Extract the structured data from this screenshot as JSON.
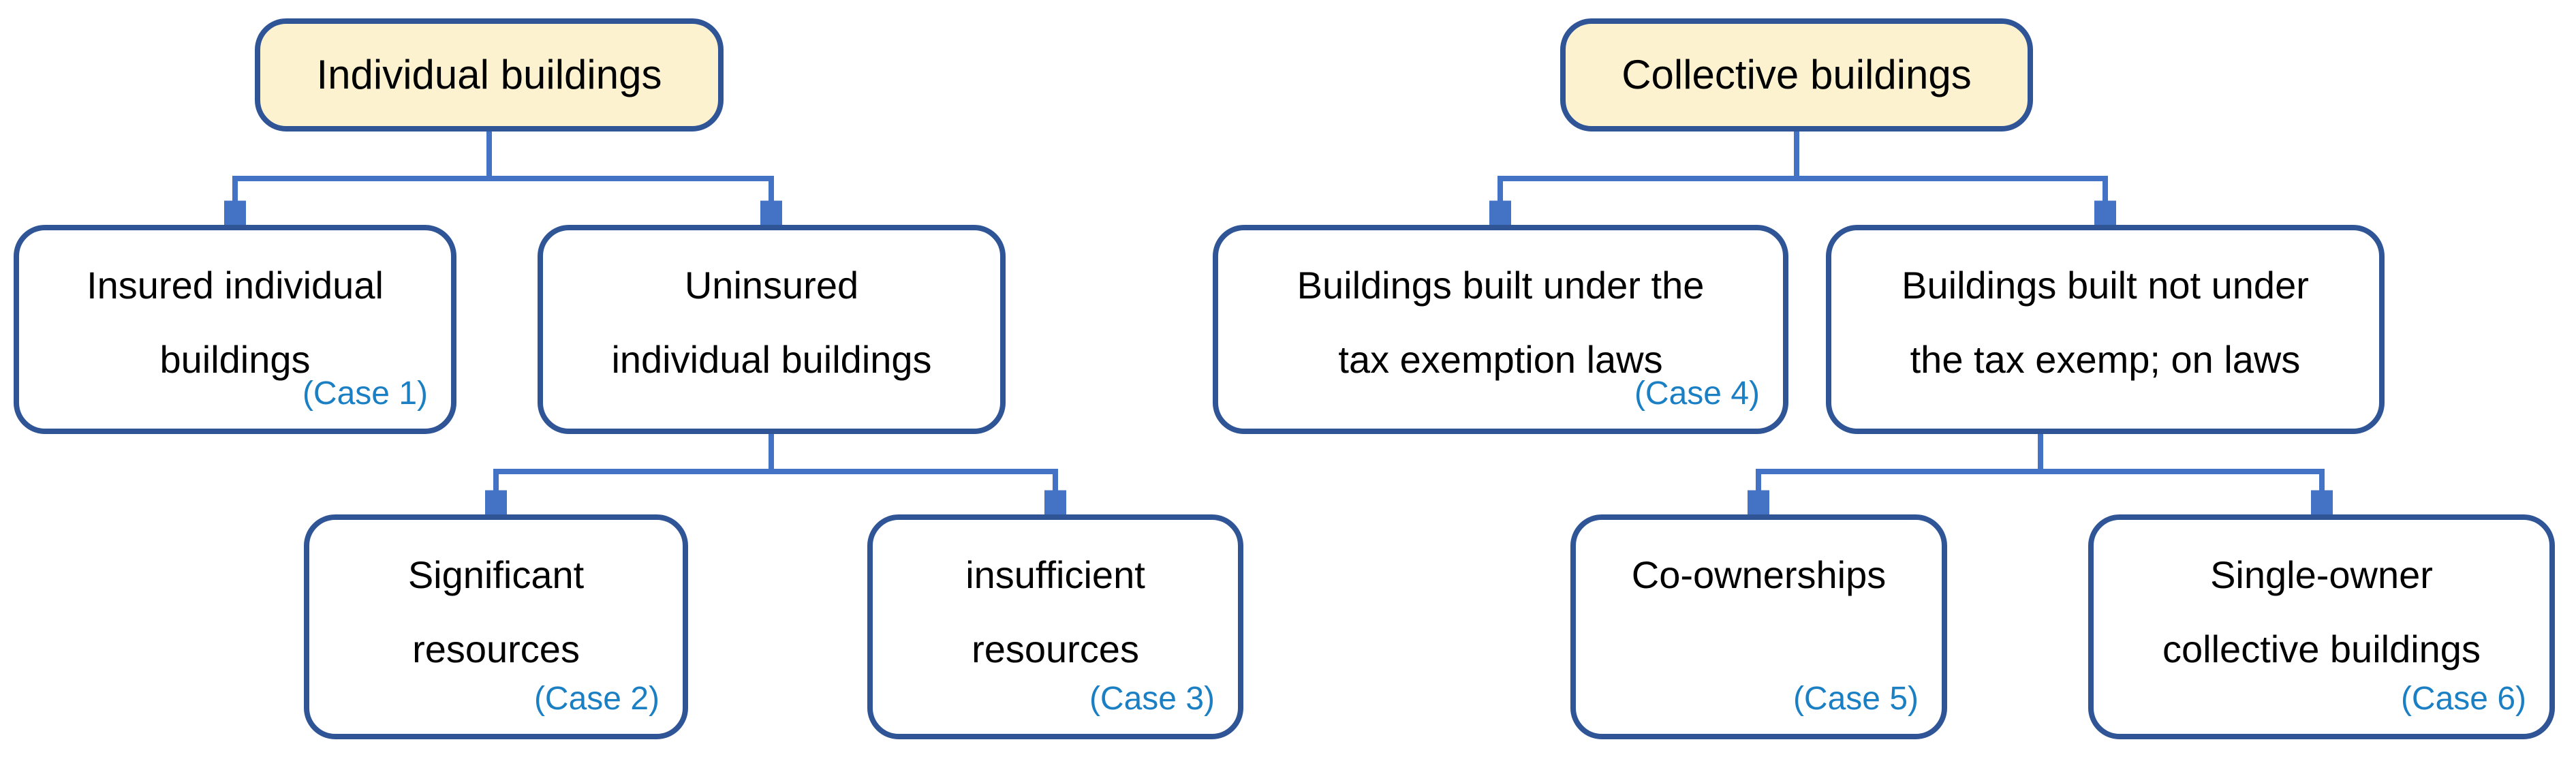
{
  "colors": {
    "box_border": "#2F5597",
    "root_fill": "#FCF2D0",
    "connector": "#4472C4",
    "case_text": "#1B7FC4",
    "body_text": "#000000",
    "background": "#FFFFFF"
  },
  "nodes": {
    "individual_root": {
      "label": "Individual buildings"
    },
    "insured": {
      "lines": [
        "Insured individual",
        "buildings"
      ],
      "case_label": "(Case 1)"
    },
    "uninsured": {
      "lines": [
        "Uninsured",
        "individual buildings"
      ]
    },
    "significant": {
      "lines": [
        "Significant",
        "resources"
      ],
      "case_label": "(Case 2)"
    },
    "insufficient": {
      "lines": [
        "insufficient",
        "resources"
      ],
      "case_label": "(Case 3)"
    },
    "collective_root": {
      "label": "Collective buildings"
    },
    "under_tax": {
      "lines": [
        "Buildings built under the",
        "tax exemption laws"
      ],
      "case_label": "(Case 4)"
    },
    "not_under_tax": {
      "lines": [
        "Buildings built not under",
        "the tax exemp; on laws"
      ]
    },
    "co_ownerships": {
      "lines": [
        "Co-ownerships"
      ],
      "case_label": "(Case 5)"
    },
    "single_owner": {
      "lines": [
        "Single-owner",
        "collective buildings"
      ],
      "case_label": "(Case 6)"
    }
  },
  "edges": [
    {
      "from": "Individual buildings",
      "to": "Insured individual buildings"
    },
    {
      "from": "Individual buildings",
      "to": "Uninsured individual buildings"
    },
    {
      "from": "Uninsured individual buildings",
      "to": "Significant resources"
    },
    {
      "from": "Uninsured individual buildings",
      "to": "insufficient resources"
    },
    {
      "from": "Collective buildings",
      "to": "Buildings built under the tax exemption laws"
    },
    {
      "from": "Collective buildings",
      "to": "Buildings built not under the tax exemp; on laws"
    },
    {
      "from": "Buildings built not under the tax exemp; on laws",
      "to": "Co-ownerships"
    },
    {
      "from": "Buildings built not under the tax exemp; on laws",
      "to": "Single-owner collective buildings"
    }
  ]
}
